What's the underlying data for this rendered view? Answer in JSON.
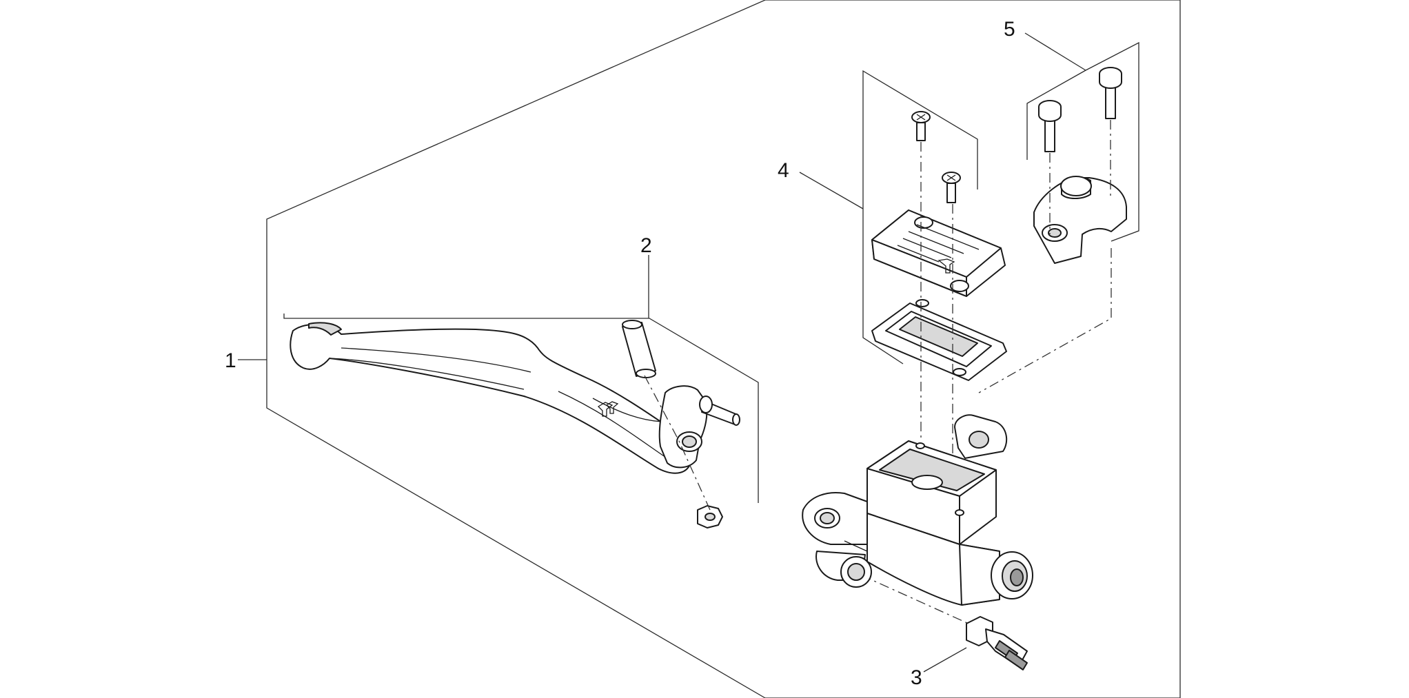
{
  "callouts": [
    {
      "id": "1",
      "label": "1"
    },
    {
      "id": "2",
      "label": "2"
    },
    {
      "id": "3",
      "label": "3"
    },
    {
      "id": "4",
      "label": "4"
    },
    {
      "id": "5",
      "label": "5"
    }
  ],
  "colors": {
    "line": "#1a1a1a",
    "background": "#ffffff",
    "shade": "#d9d9d9"
  }
}
